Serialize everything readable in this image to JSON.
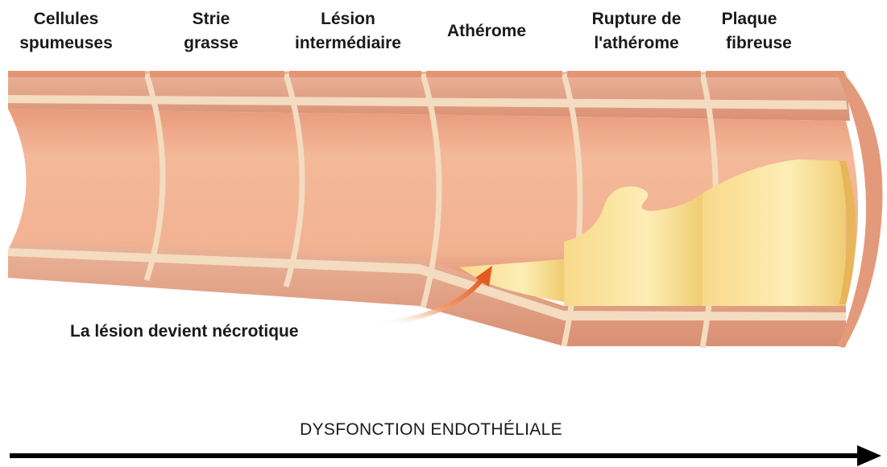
{
  "stages": [
    {
      "line1": "Cellules",
      "line2": "spumeuses"
    },
    {
      "line1": "Strie",
      "line2": "grasse"
    },
    {
      "line1": "Lésion",
      "line2": "intermédiaire"
    },
    {
      "line1": "Athérome",
      "line2": ""
    },
    {
      "line1": "Rupture de",
      "line2": "l'athérome"
    },
    {
      "line1": "Plaque",
      "line2": "fibreuse"
    }
  ],
  "annotation": {
    "text": "La lésion devient nécrotique"
  },
  "progression_axis": {
    "label": "DYSFONCTION ENDOTHÉLIALE"
  },
  "colors": {
    "vessel_wall": "#e8a888",
    "vessel_wall_dark": "#c97c5f",
    "vessel_lumen": "#f0b596",
    "intima_band": "#f3dcc0",
    "plaque_core": "#fbe7a4",
    "plaque_highlight": "#fff5c8",
    "arrow_orange": "#e8642a",
    "axis_arrow": "#000000"
  }
}
